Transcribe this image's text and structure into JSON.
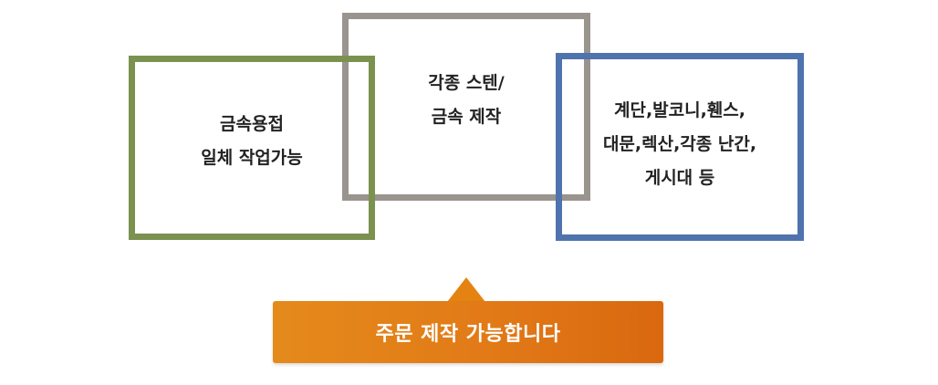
{
  "boxes": {
    "welding": {
      "line1": "금속용접",
      "line2": "일체 작업가능",
      "color": "#7a9150"
    },
    "stainless": {
      "line1": "각종 스텐/",
      "line2": "금속 제작",
      "color": "#9a948f"
    },
    "products": {
      "line1": "계단,발코니,휀스,",
      "line2": "대문,렉산,각종 난간,",
      "line3": "게시대 등",
      "color": "#4f73ad"
    }
  },
  "callout": {
    "text": "주문 제작 가능합니다",
    "color": "#e27a17"
  }
}
